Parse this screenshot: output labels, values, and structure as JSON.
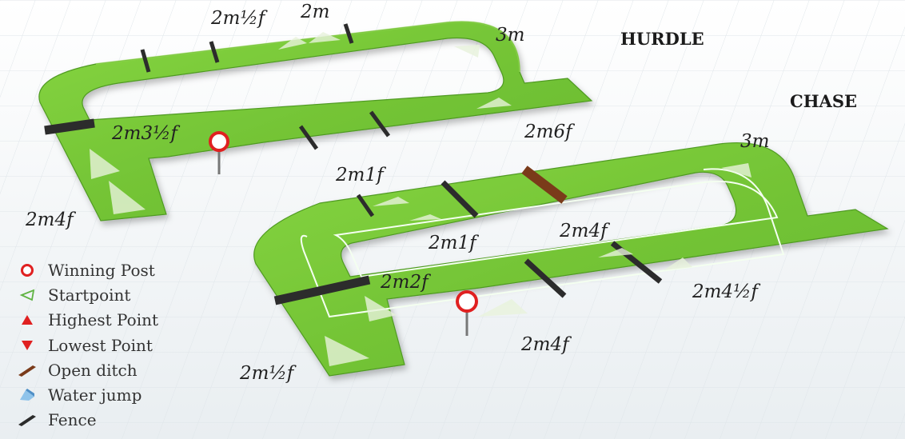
{
  "titles": {
    "hurdle": "HURDLE",
    "chase": "CHASE"
  },
  "hurdle_labels": {
    "l_2m_half_f": "2m½f",
    "l_2m": "2m",
    "l_3m": "3m",
    "l_2m3_half_f": "2m3½f",
    "l_2m4f": "2m4f"
  },
  "chase_labels": {
    "l_2m6f": "2m6f",
    "l_3m": "3m",
    "l_2m1f_top": "2m1f",
    "l_2m1f_mid": "2m1f",
    "l_2m4f_mid": "2m4f",
    "l_2m2f": "2m2f",
    "l_2m4_half_f": "2m4½f",
    "l_2m4f_bottom": "2m4f",
    "l_2m_half_f": "2m½f"
  },
  "legend": [
    {
      "icon": "winning-post-icon",
      "label": "Winning Post",
      "color": "#e02020"
    },
    {
      "icon": "startpoint-icon",
      "label": "Startpoint",
      "color": "#5fb342"
    },
    {
      "icon": "highest-point-icon",
      "label": "Highest Point",
      "color": "#e02020"
    },
    {
      "icon": "lowest-point-icon",
      "label": "Lowest Point",
      "color": "#e02020"
    },
    {
      "icon": "open-ditch-icon",
      "label": "Open ditch",
      "color": "#7a3b1a"
    },
    {
      "icon": "water-jump-icon",
      "label": "Water jump",
      "color": "#6fa8dc"
    },
    {
      "icon": "fence-icon",
      "label": "Fence",
      "color": "#2b2b2b"
    }
  ],
  "colors": {
    "grass": "#7ccd3a",
    "grass_dark": "#5aa22a",
    "fence": "#2c2c2c",
    "open_ditch": "#7a3b1a",
    "post": "#e02020"
  }
}
